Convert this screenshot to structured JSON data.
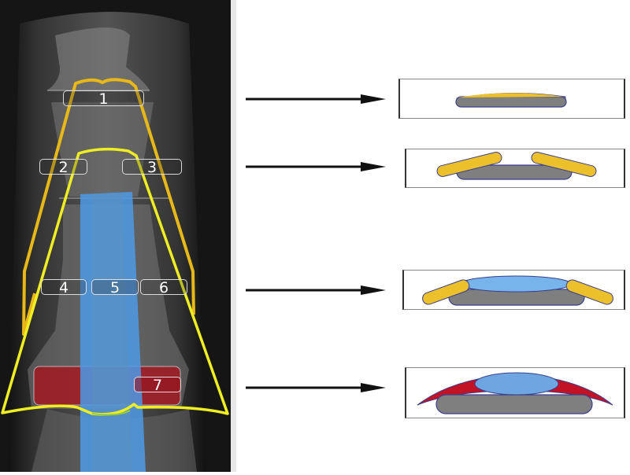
{
  "figure": {
    "xray": {
      "description": "Finger radiograph with overlaid pulley/tendon regions",
      "labels": [
        "1",
        "2",
        "3",
        "4",
        "5",
        "6",
        "7"
      ]
    },
    "panels": [
      {
        "id": "1",
        "description": "Cross-section at label 1: yellow crescent over gray bone"
      },
      {
        "id": "2-3",
        "description": "Cross-section at labels 2 and 3: two yellow bands flanking gray bone"
      },
      {
        "id": "4-6",
        "description": "Cross-section at labels 4-6: blue tendon with yellow bands over gray bone"
      },
      {
        "id": "7",
        "description": "Cross-section at label 7: blue tendon with red crescent over gray bone"
      }
    ],
    "colors": {
      "outer_outline": "#E8B818",
      "inner_outline": "#EEEE22",
      "tendon": "#5AA0E0",
      "red_region": "#B01C2A",
      "bone": "#7F7F7F",
      "band_yellow": "#EBC02A",
      "stroke_navy": "#3A3F8C",
      "arrow": "#111111"
    }
  }
}
